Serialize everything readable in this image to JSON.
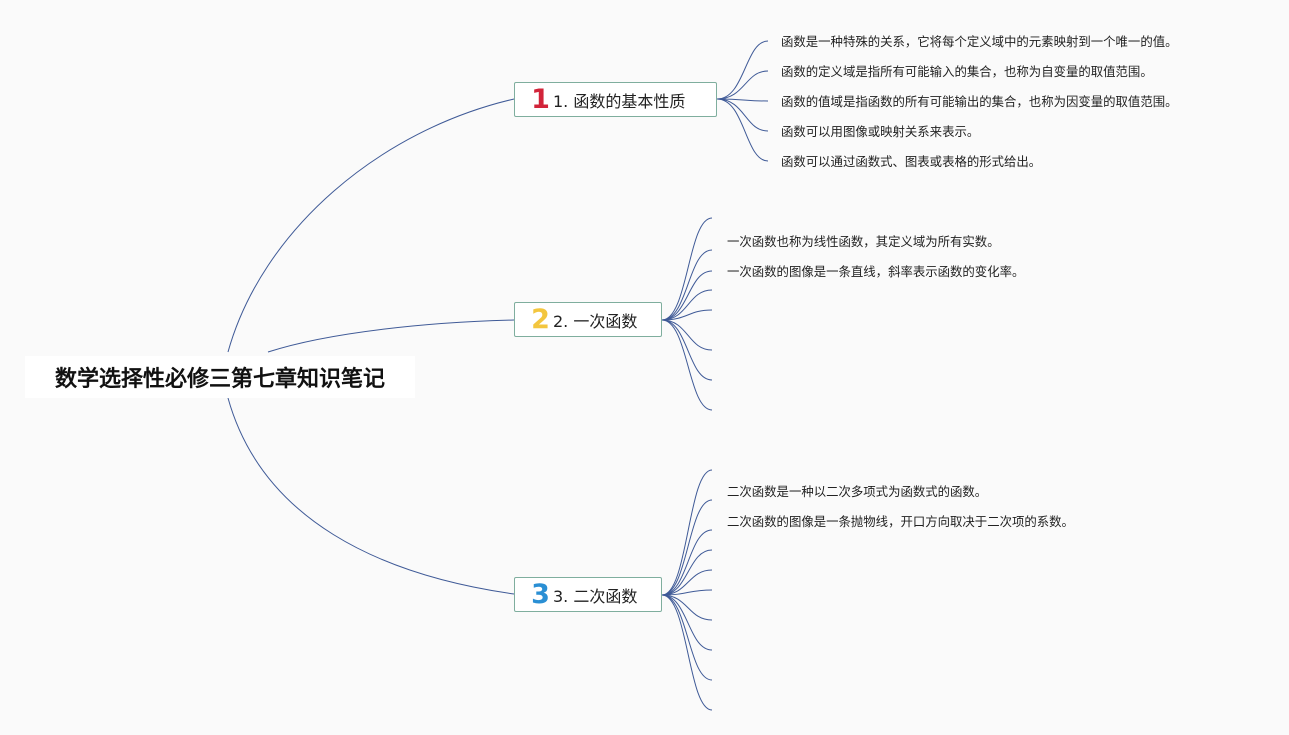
{
  "root": {
    "title": "数学选择性必修三第七章知识笔记"
  },
  "colors": {
    "connector": "#3f5a97",
    "topic_border": "#7fae9e",
    "badge_1": "#d2243a",
    "badge_2": "#f3c63f",
    "badge_3": "#2a8fd4"
  },
  "topics": [
    {
      "badge": "1",
      "label": "1. 函数的基本性质",
      "items": [
        "函数是一种特殊的关系，它将每个定义域中的元素映射到一个唯一的值。",
        "函数的定义域是指所有可能输入的集合，也称为自变量的取值范围。",
        "函数的值域是指函数的所有可能输出的集合，也称为因变量的取值范围。",
        "函数可以用图像或映射关系来表示。",
        "函数可以通过函数式、图表或表格的形式给出。"
      ]
    },
    {
      "badge": "2",
      "label": "2. 一次函数",
      "items": [
        "一次函数也称为线性函数，其定义域为所有实数。",
        "一次函数的图像是一条直线，斜率表示函数的变化率。",
        "",
        "",
        "",
        "",
        "",
        ""
      ]
    },
    {
      "badge": "3",
      "label": "3. 二次函数",
      "items": [
        "二次函数是一种以二次多项式为函数式的函数。",
        "二次函数的图像是一条抛物线，开口方向取决于二次项的系数。",
        "",
        "",
        "",
        "",
        "",
        "",
        ""
      ]
    }
  ]
}
